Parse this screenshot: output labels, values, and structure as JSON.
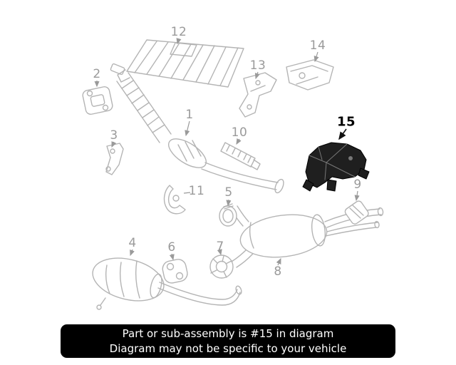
{
  "colors": {
    "background": "#ffffff",
    "line": "#b4b4b4",
    "label": "#9a9a9a",
    "highlight": "#1f1f1f",
    "banner_bg": "#000000",
    "banner_text": "#ffffff"
  },
  "diagram": {
    "highlighted_callout": "15",
    "callouts": [
      {
        "label": "1"
      },
      {
        "label": "2"
      },
      {
        "label": "3"
      },
      {
        "label": "4"
      },
      {
        "label": "5"
      },
      {
        "label": "6"
      },
      {
        "label": "7"
      },
      {
        "label": "8"
      },
      {
        "label": "9"
      },
      {
        "label": "10"
      },
      {
        "label": "11"
      },
      {
        "label": "12"
      },
      {
        "label": "13"
      },
      {
        "label": "14"
      },
      {
        "label": "15"
      }
    ]
  },
  "banner": {
    "line1": "Part or sub-assembly is #15 in diagram",
    "line2": "Diagram may not be specific to your vehicle"
  }
}
